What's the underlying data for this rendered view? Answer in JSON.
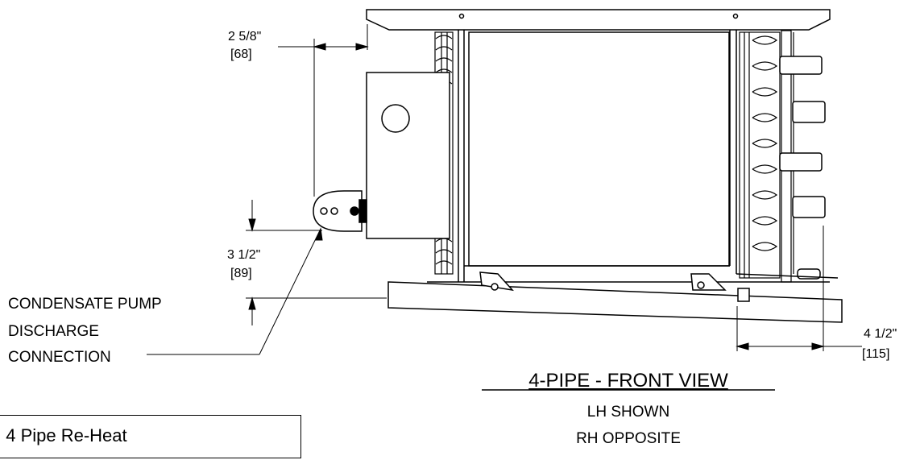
{
  "dimensions": {
    "top": {
      "imperial": "2 5/8\"",
      "metric": "[68]"
    },
    "left": {
      "imperial": "3 1/2\"",
      "metric": "[89]"
    },
    "right": {
      "imperial": "4 1/2\"",
      "metric": "[115]"
    }
  },
  "callout": {
    "line1": "CONDENSATE PUMP",
    "line2": "DISCHARGE",
    "line3": "CONNECTION"
  },
  "view": {
    "title": "4-PIPE - FRONT VIEW",
    "subtitle1": "LH SHOWN",
    "subtitle2": "RH OPPOSITE"
  },
  "caption": {
    "text": ": 4 Pipe Re-Heat"
  }
}
